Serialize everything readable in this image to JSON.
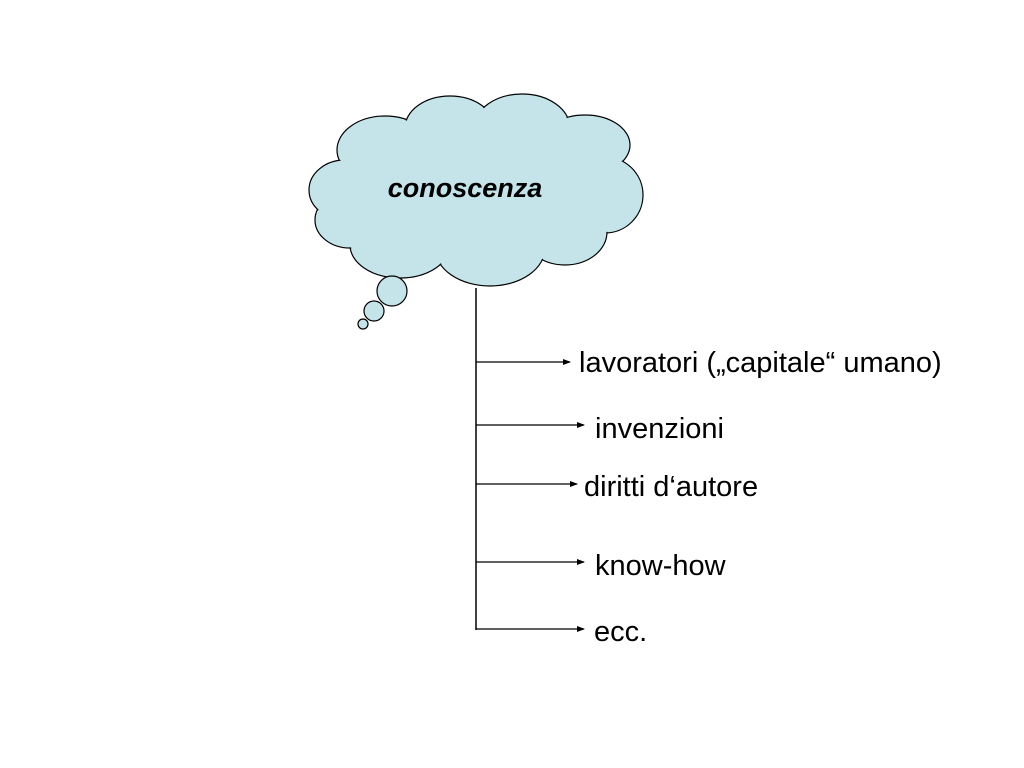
{
  "diagram": {
    "root": {
      "label": "conoscenza",
      "shape": "thought-cloud",
      "fill_color": "#c5e4ea",
      "stroke_color": "#000000"
    },
    "connector_color": "#000000",
    "items": [
      {
        "label": "lavoratori („capitale“ umano)"
      },
      {
        "label": "invenzioni"
      },
      {
        "label": "diritti d‘autore"
      },
      {
        "label": "know-how"
      },
      {
        "label": "ecc."
      }
    ]
  }
}
